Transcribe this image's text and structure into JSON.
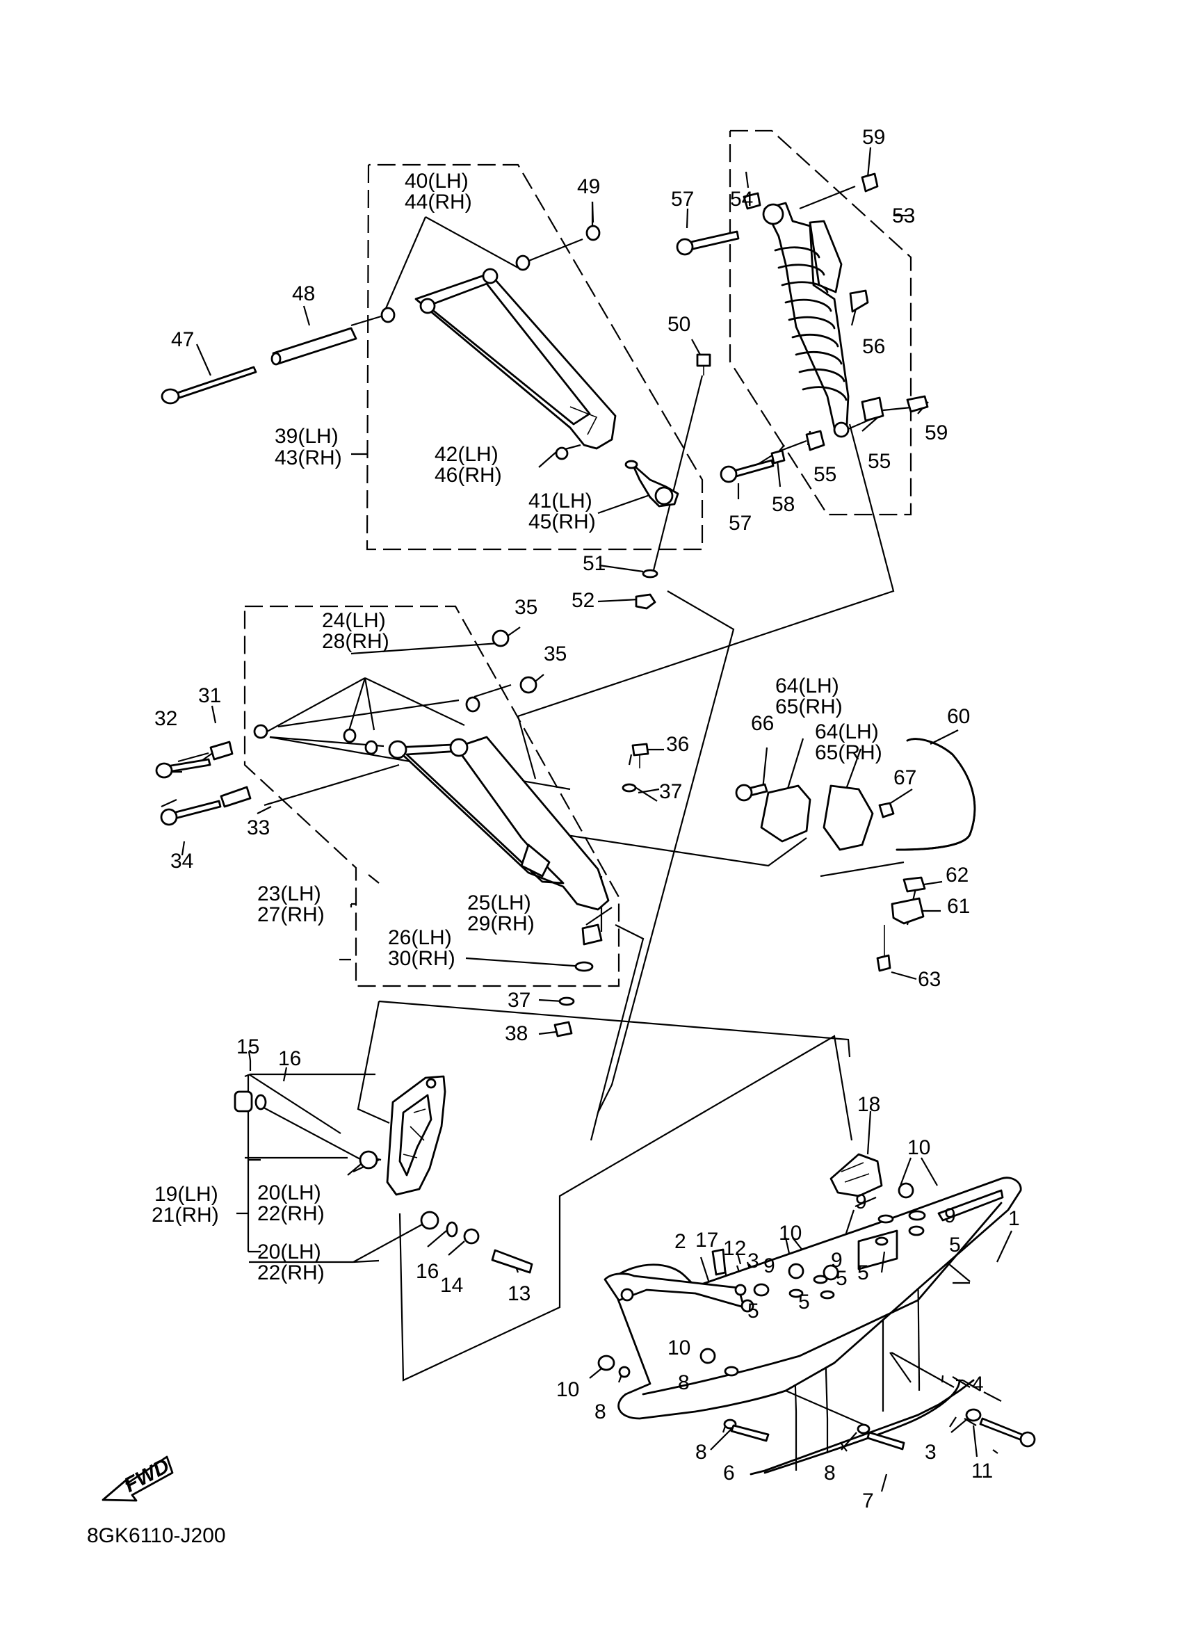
{
  "diagram": {
    "code": "8GK6110-J200",
    "fwd_label": "FWD"
  },
  "labels": {
    "l1": "1",
    "l2": "2",
    "l3a": "3",
    "l3b": "3",
    "l4": "4",
    "l5a": "5",
    "l5b": "5",
    "l5c": "5",
    "l5d": "5",
    "l5e": "5",
    "l6": "6",
    "l7": "7",
    "l8a": "8",
    "l8b": "8",
    "l8c": "8",
    "l8d": "8",
    "l9a": "9",
    "l9b": "9",
    "l9c": "9",
    "l9d": "9",
    "l10a": "10",
    "l10b": "10",
    "l10c": "10",
    "l10d": "10",
    "l11": "11",
    "l12": "12",
    "l13": "13",
    "l14": "14",
    "l15": "15",
    "l16a": "16",
    "l16b": "16",
    "l17": "17",
    "l18": "18",
    "l19": "19(LH)",
    "l21": "21(RH)",
    "l20a": "20(LH)",
    "l22a": "22(RH)",
    "l20b": "20(LH)",
    "l22b": "22(RH)",
    "l23": "23(LH)",
    "l27": "27(RH)",
    "l24": "24(LH)",
    "l28": "28(RH)",
    "l25": "25(LH)",
    "l29": "29(RH)",
    "l26": "26(LH)",
    "l30": "30(RH)",
    "l31": "31",
    "l32": "32",
    "l33": "33",
    "l34": "34",
    "l35a": "35",
    "l35b": "35",
    "l36": "36",
    "l37a": "37",
    "l37b": "37",
    "l38": "38",
    "l39": "39(LH)",
    "l43": "43(RH)",
    "l40": "40(LH)",
    "l44": "44(RH)",
    "l41": "41(LH)",
    "l45": "45(RH)",
    "l42": "42(LH)",
    "l46": "46(RH)",
    "l47": "47",
    "l48": "48",
    "l49": "49",
    "l50": "50",
    "l51": "51",
    "l52": "52",
    "l53": "53",
    "l54": "54",
    "l55a": "55",
    "l55b": "55",
    "l56": "56",
    "l57a": "57",
    "l57b": "57",
    "l58": "58",
    "l59a": "59",
    "l59b": "59",
    "l60": "60",
    "l61": "61",
    "l62": "62",
    "l63": "63",
    "l64a": "64(LH)",
    "l65a": "65(RH)",
    "l64b": "64(LH)",
    "l65b": "65(RH)",
    "l66": "66",
    "l67": "67"
  }
}
